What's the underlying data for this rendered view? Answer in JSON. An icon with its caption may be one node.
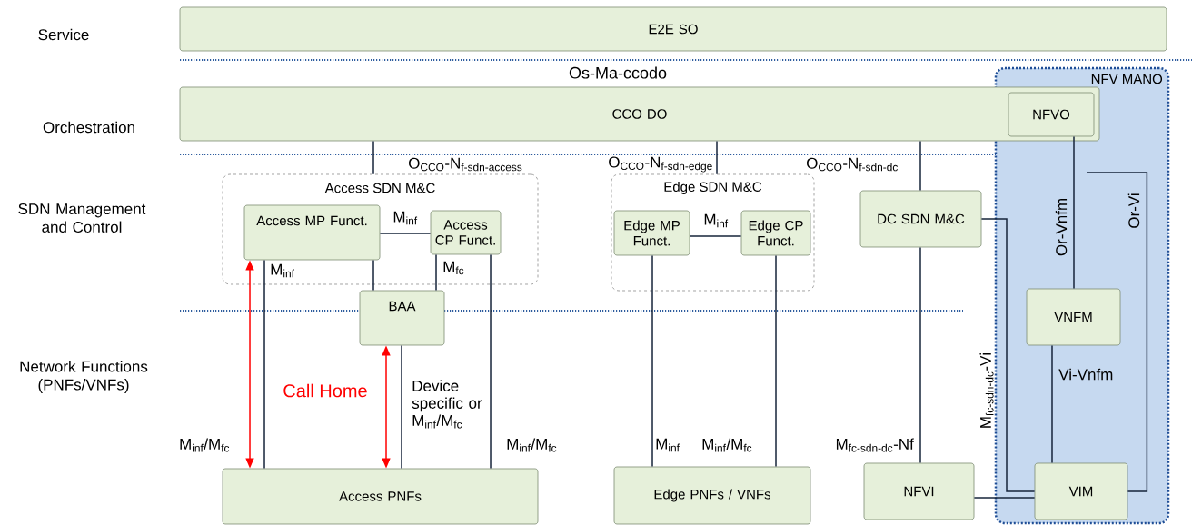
{
  "diagram": {
    "nodes": [
      {
        "text": [
          "E2E SO"
        ]
      },
      {
        "text": [
          "CCO DO"
        ]
      },
      {
        "text": [
          "NFV MANO"
        ]
      },
      {
        "text": [
          "NFVO"
        ]
      },
      {
        "text": [
          "Access SDN M&C"
        ]
      },
      {
        "text": [
          "Access MP Funct."
        ],
        "in": 4
      },
      {
        "text": [
          "Access CP Funct."
        ],
        "in": 4
      },
      {
        "text": [
          "Edge SDN M&C"
        ]
      },
      {
        "text": [
          "Edge MP Funct."
        ],
        "in": 7
      },
      {
        "text": [
          "Edge CP Funct."
        ],
        "in": 7
      },
      {
        "text": [
          "DC SDN M&C"
        ]
      },
      {
        "text": [
          "BAA"
        ]
      },
      {
        "text": [
          "VNFM"
        ],
        "in": 2
      },
      {
        "text": [
          "Access PNFs"
        ]
      },
      {
        "text": [
          "Edge PNFs / VNFs"
        ]
      },
      {
        "text": [
          "NFVI"
        ]
      },
      {
        "text": [
          "VIM"
        ],
        "in": 2
      }
    ],
    "edges": [
      {
        "from": 1,
        "to": 4,
        "arrow": "none",
        "label": "\\mathrm{O_{CCO}\\text{-}N_{f\\text{-}sdn\\text{-}access}}"
      },
      {
        "from": 1,
        "to": 7,
        "arrow": "none",
        "label": "\\mathrm{O_{CCO}\\text{-}N_{f\\text{-}sdn\\text{-}edge}}"
      },
      {
        "from": 1,
        "to": 10,
        "arrow": "none",
        "label": "\\mathrm{O_{CCO}\\text{-}N_{f\\text{-}sdn\\text{-}dc}}"
      },
      {
        "from": 5,
        "to": 6,
        "arrow": "none",
        "label": "M$_{inf}$"
      },
      {
        "from": 5,
        "to": 13,
        "arrow": "none",
        "label": "M$_{inf}$"
      },
      {
        "from": 5,
        "to": 13,
        "arrow": "both",
        "color": "#ff0000"
      },
      {
        "from": 5,
        "to": 11,
        "arrow": "none"
      },
      {
        "from": 6,
        "to": 11,
        "arrow": "none",
        "label": "M$_{fc}$"
      },
      {
        "from": 6,
        "to": 13,
        "arrow": "none",
        "label": "M$_{inf}$/M$_{fc}$"
      },
      {
        "from": 11,
        "to": 13,
        "arrow": "both",
        "color": "#ff0000"
      },
      {
        "from": 11,
        "to": 13,
        "arrow": "none",
        "label": "Device specific or M$_{inf}$/M$_{fc}$"
      },
      {
        "from": 8,
        "to": 9,
        "arrow": "none",
        "label": "M$_{inf}$"
      },
      {
        "from": 8,
        "to": 14,
        "arrow": "none",
        "label": "M$_{inf}$"
      },
      {
        "from": 9,
        "to": 14,
        "arrow": "none",
        "label": "M$_{inf}$/M$_{fc}$"
      },
      {
        "from": 10,
        "to": 15,
        "arrow": "none",
        "label": "\\mathrm{M_{fc\\text{-}sdn\\text{-}dc}\\text{-}Nf}"
      },
      {
        "from": 10,
        "to": 16,
        "arrow": "none",
        "label": "\\mathrm{M_{fc\\text{-}sdn\\text{-}dc}\\text{-}Vi}"
      },
      {
        "from": 3,
        "to": 12,
        "arrow": "none",
        "label": "Or-Vnfm"
      },
      {
        "from": 16,
        "to": null,
        "arrow": "none",
        "label": "Or-Vi"
      },
      {
        "from": 12,
        "to": 16,
        "arrow": "none",
        "label": "Vi-Vnfm"
      },
      {
        "from": 15,
        "to": 16,
        "arrow": "none"
      }
    ],
    "labels": [
      "Service",
      "Orchestration",
      "SDN Management and Control",
      "Network Functions (PNFs/VNFs)",
      "Os-Ma-ccodo",
      "Call Home",
      "M$_{inf}$/M$_{fc}$"
    ]
  }
}
